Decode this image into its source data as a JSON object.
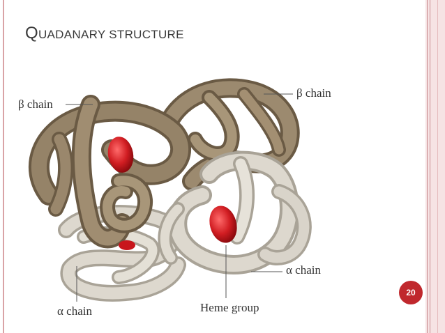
{
  "slide": {
    "title_first_letter": "Q",
    "title_rest": "UADANARY STRUCTURE",
    "page_number": "20"
  },
  "labels": {
    "beta_chain_left": "β chain",
    "beta_chain_right": "β chain",
    "alpha_chain_right": "α chain",
    "alpha_chain_bottom": "α chain",
    "heme_group": "Heme group"
  },
  "colors": {
    "beta_chain": "#8e7c62",
    "alpha_chain": "#d2cdc2",
    "heme": "#c8161c",
    "accent": "#c0282d"
  }
}
